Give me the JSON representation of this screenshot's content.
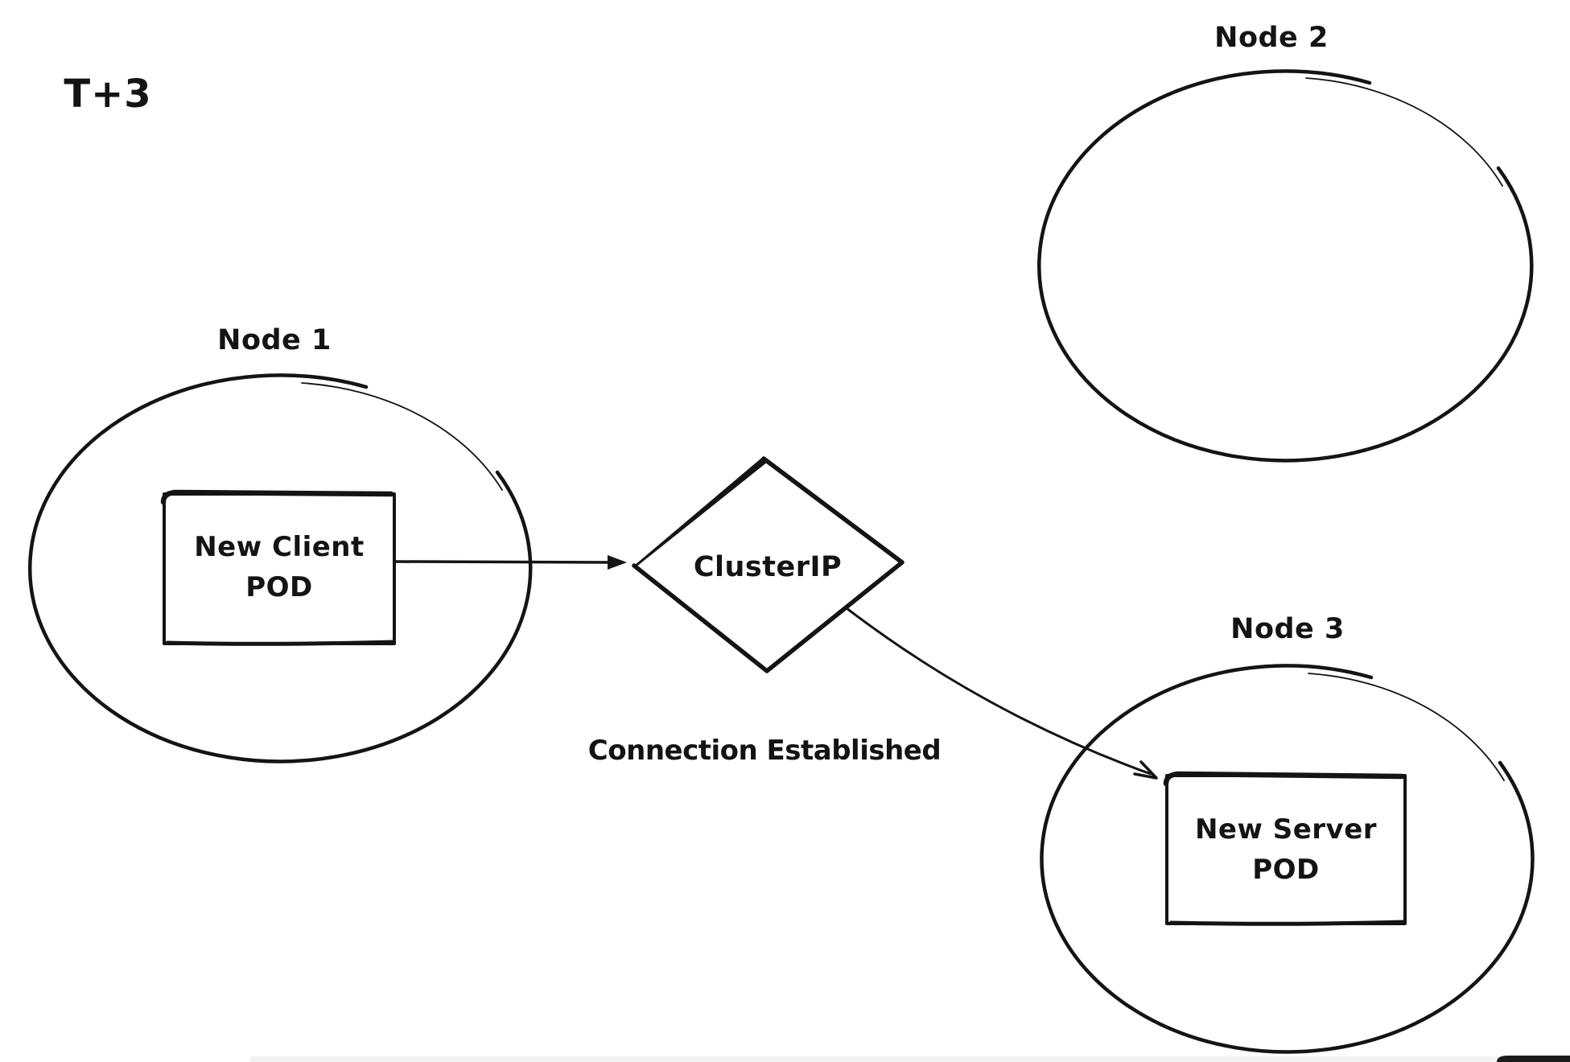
{
  "title_label": "T+3",
  "nodes": [
    {
      "label": "Node 1",
      "pod": {
        "line1": "New Client",
        "line2": "POD"
      }
    },
    {
      "label": "Node 2"
    },
    {
      "label": "Node 3",
      "pod": {
        "line1": "New Server",
        "line2": "POD"
      }
    }
  ],
  "service_label": "ClusterIP",
  "connection_label": "Connection Established",
  "colors": {
    "ink": "#141414",
    "bg": "#ffffff",
    "chrome-dark": "#1b1b1b",
    "chrome-light": "#f2f2f2"
  }
}
